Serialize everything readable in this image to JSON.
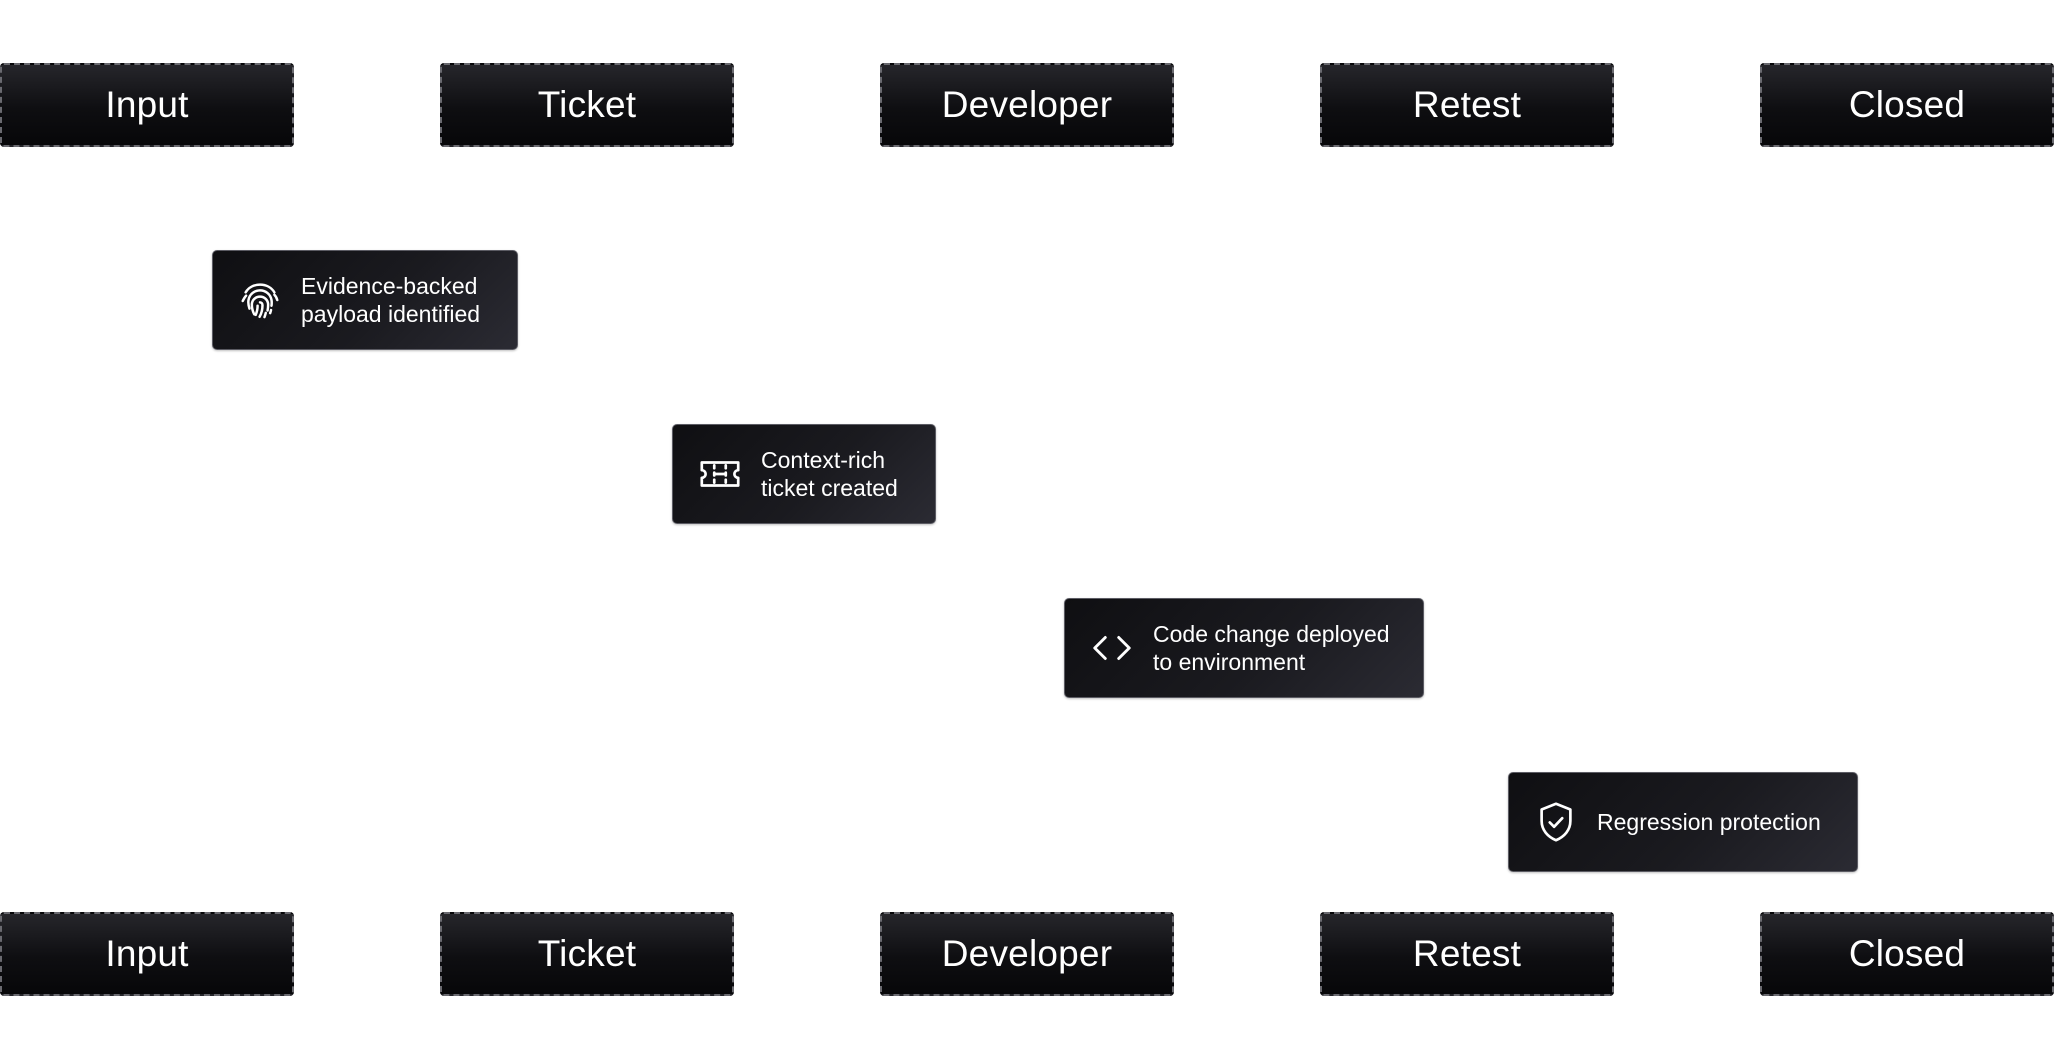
{
  "stages_top": [
    "Input",
    "Ticket",
    "Developer",
    "Retest",
    "Closed"
  ],
  "stages_bottom": [
    "Input",
    "Ticket",
    "Developer",
    "Retest",
    "Closed"
  ],
  "events": [
    {
      "label": "Evidence-backed\npayload identified",
      "icon": "fingerprint-icon"
    },
    {
      "label": "Context-rich\nticket created",
      "icon": "ticket-icon"
    },
    {
      "label": "Code change deployed\nto environment",
      "icon": "code-icon"
    },
    {
      "label": "Regression protection",
      "icon": "shield-check-icon"
    }
  ]
}
